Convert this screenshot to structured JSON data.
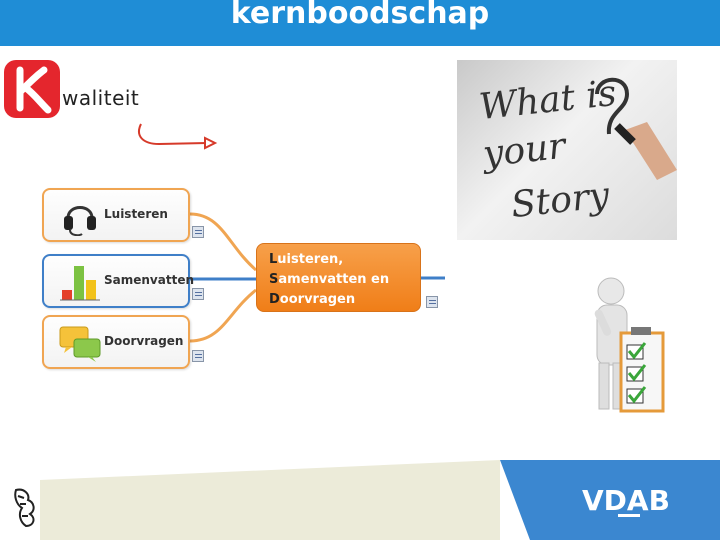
{
  "slide": {
    "title": "kernboodschap"
  },
  "logo": {
    "wordmark": "waliteit",
    "letter": "K"
  },
  "mindmap": {
    "branches": [
      {
        "label": "Luisteren",
        "icon": "headset-icon"
      },
      {
        "label": "Samenvatten",
        "icon": "bar-chart-icon"
      },
      {
        "label": "Doorvragen",
        "icon": "speech-bubbles-icon"
      }
    ],
    "central": {
      "lines": [
        "Luisteren,",
        "Samenvatten en",
        "Doorvragen"
      ],
      "initials": [
        "L",
        "S",
        "D"
      ]
    }
  },
  "photo": {
    "text_lines": [
      "What is",
      "your",
      "Story"
    ]
  },
  "footer": {
    "brand": "VDAB"
  },
  "colors": {
    "title_bar": "#1f8dd6",
    "logo_red": "#e4262d",
    "orange": "#f08a24",
    "blue_branch": "#3f7fc8",
    "footer_blue": "#3b87d0",
    "footer_beige": "#ecebd9"
  }
}
